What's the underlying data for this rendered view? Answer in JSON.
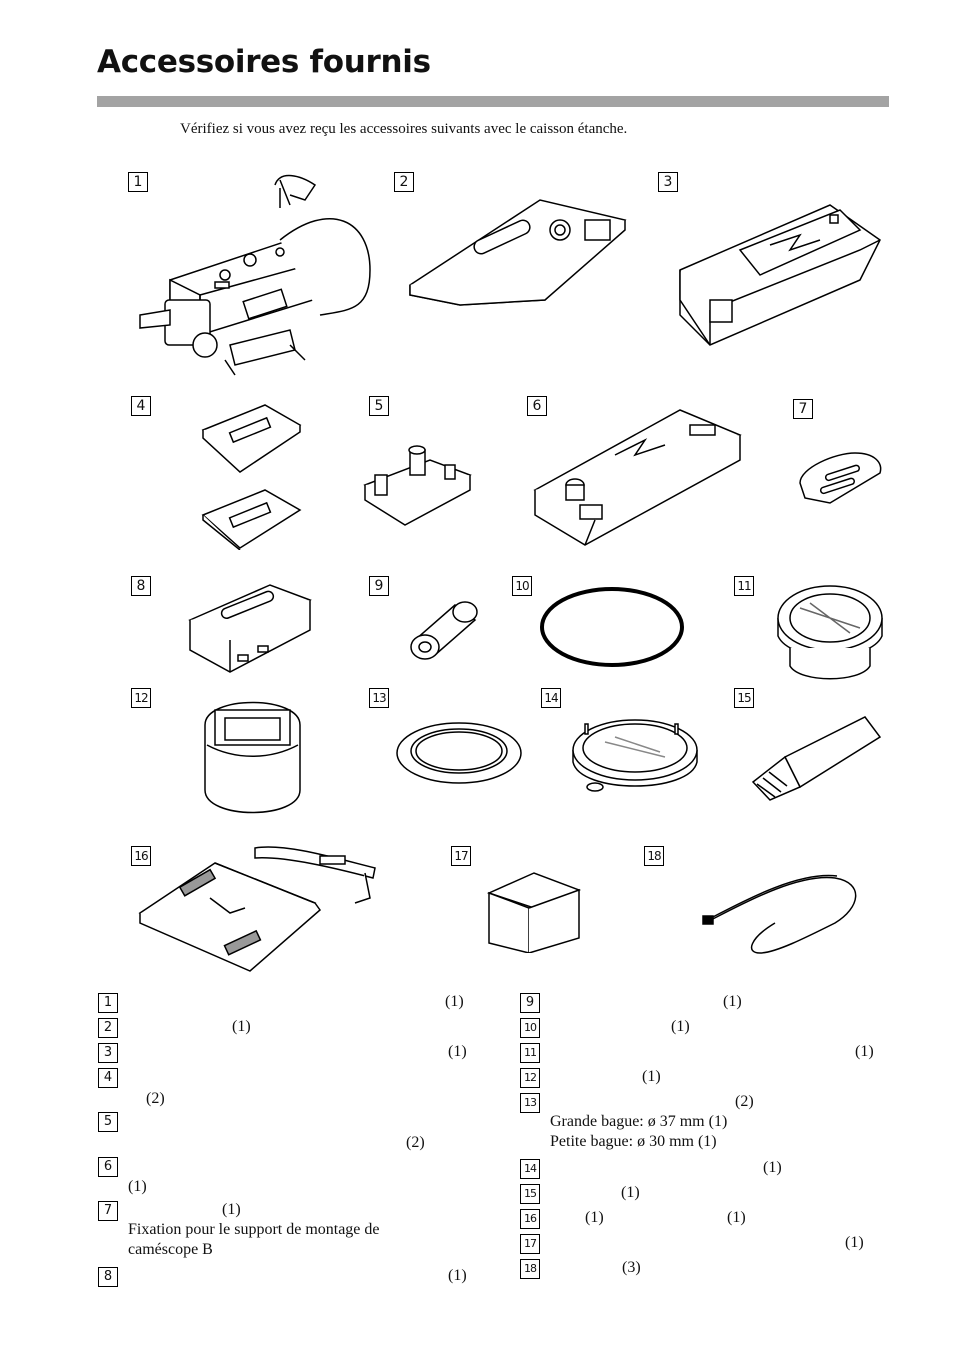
{
  "title": "Accessoires fournis",
  "intro": "Vérifiez si vous avez reçu les accessoires suivants avec le caisson étanche.",
  "labels": [
    "1",
    "2",
    "3",
    "4",
    "5",
    "6",
    "7",
    "8",
    "9",
    "10",
    "11",
    "12",
    "13",
    "14",
    "15",
    "16",
    "17",
    "18"
  ],
  "left_list": {
    "q1": "(1)",
    "q2": "(1)",
    "q3": "(1)",
    "q4": "(2)",
    "q5": "(2)",
    "q6": "(1)",
    "q7": "(1)",
    "item7_line2": "Fixation pour le support de montage de",
    "item7_line3": "caméscope B",
    "q8": "(1)"
  },
  "right_list": {
    "q9": "(1)",
    "q10": "(1)",
    "q11": "(1)",
    "q12": "(1)",
    "q13": "(2)",
    "item13_line2": "Grande bague: ø 37 mm (1)",
    "item13_line3": "Petite bague: ø 30 mm (1)",
    "q14": "(1)",
    "q15": "(1)",
    "q16a": "(1)",
    "q16b": "(1)",
    "q17": "(1)",
    "q18": "(3)"
  }
}
